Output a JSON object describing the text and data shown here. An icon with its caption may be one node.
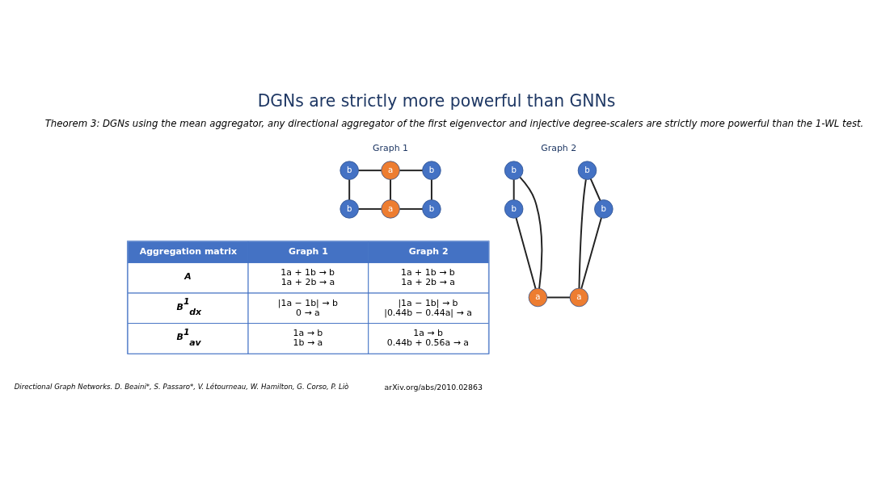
{
  "diagram": {
    "title": "DGNs are strictly more powerful than GNNs",
    "nodes": [
      {
        "text": [
          "b"
        ]
      },
      {
        "text": [
          "a"
        ]
      },
      {
        "text": [
          "b"
        ]
      },
      {
        "text": [
          "b"
        ]
      },
      {
        "text": [
          "a"
        ]
      },
      {
        "text": [
          "b"
        ]
      },
      {
        "text": [
          "b"
        ]
      },
      {
        "text": [
          "b"
        ]
      },
      {
        "text": [
          "a"
        ]
      },
      {
        "text": [
          "a"
        ]
      },
      {
        "text": [
          "b"
        ]
      },
      {
        "text": [
          "b"
        ]
      }
    ],
    "edges": [
      {
        "from": 0,
        "to": 1,
        "arrow": "none"
      },
      {
        "from": 1,
        "to": 2,
        "arrow": "none"
      },
      {
        "from": 0,
        "to": 3,
        "arrow": "none"
      },
      {
        "from": 1,
        "to": 4,
        "arrow": "none"
      },
      {
        "from": 2,
        "to": 5,
        "arrow": "none"
      },
      {
        "from": 3,
        "to": 4,
        "arrow": "none"
      },
      {
        "from": 4,
        "to": 5,
        "arrow": "none"
      },
      {
        "from": 6,
        "to": 7,
        "arrow": "none"
      },
      {
        "from": 6,
        "to": 8,
        "arrow": "none"
      },
      {
        "from": 7,
        "to": 8,
        "arrow": "none"
      },
      {
        "from": 8,
        "to": 9,
        "arrow": "none"
      },
      {
        "from": 9,
        "to": 10,
        "arrow": "none"
      },
      {
        "from": 9,
        "to": 11,
        "arrow": "none"
      },
      {
        "from": 10,
        "to": 11,
        "arrow": "none"
      }
    ],
    "labels": [
      "Theorem 3: DGNs using the mean aggregator, any directional aggregator of the first eigenvector and injective degree-scalers are strictly more powerful than the 1-WL test.",
      "Graph 1",
      "Graph 2",
      "Aggregation matrix",
      "Graph 1",
      "Graph 2",
      "A",
      "1a + 1b → b 1a + 2b → a",
      "1a + 1b → b 1a + 2b → a",
      "B$^{1}$$_{dx}$",
      "|1a − 1b| → b 0 → a",
      "|1a − 1b| → b |0.44b − 0.44a| → a",
      "B$^{1}$$_{av}$",
      "1a → b 1b → a",
      "1a → b 0.44b + 0.56a → a",
      "Directional Graph Networks. D. Beaini*, S. Passaro*, V. Létourneau, W. Hamilton, G. Corso, P. Liò",
      "arXiv.org/abs/2010.02863"
    ]
  }
}
